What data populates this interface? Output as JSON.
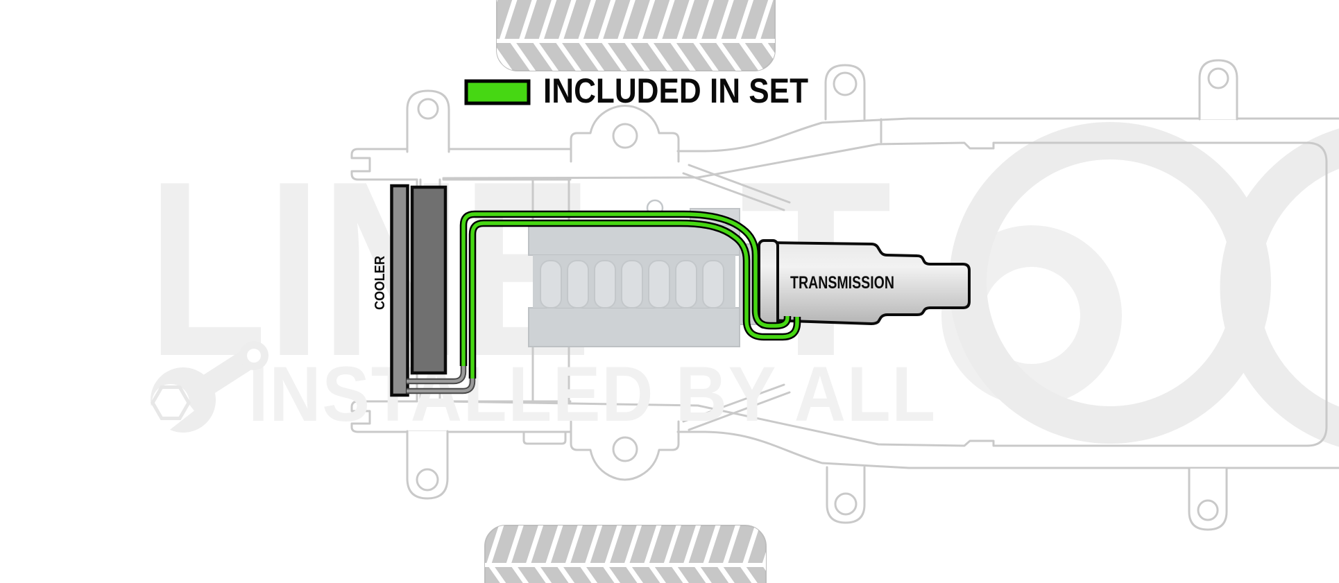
{
  "legend": {
    "label": "INCLUDED IN SET"
  },
  "labels": {
    "cooler": "COOLER",
    "transmission": "TRANSMISSION"
  },
  "watermark": {
    "brand": "LINE",
    "brand_t": "T",
    "tagline": "INSTALLED BY ALL"
  },
  "colors": {
    "included_green": "#46d713",
    "outline_black": "#0b0b0b",
    "cooler_plate_dark": "#707070",
    "cooler_plate_light": "#8f8f8f",
    "tube_gray": "#9b9b9b",
    "tube_outline": "#474747",
    "frame_gray": "#c9c9c9",
    "tire_gray": "#c7c7c7",
    "engine_gray": "#ced2d5",
    "watermark_gray": "#efefef"
  }
}
